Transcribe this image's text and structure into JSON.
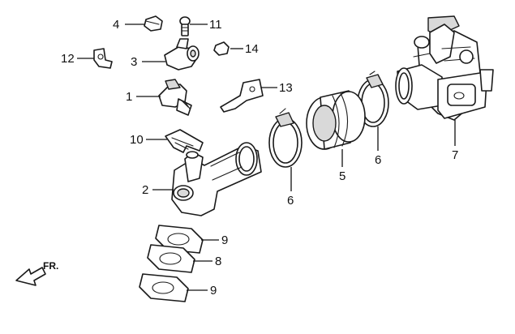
{
  "callouts": {
    "c1": "1",
    "c2": "2",
    "c3": "3",
    "c4": "4",
    "c5": "5",
    "c6a": "6",
    "c6b": "6",
    "c7": "7",
    "c8": "8",
    "c9a": "9",
    "c9b": "9",
    "c10": "10",
    "c11": "11",
    "c12": "12",
    "c13": "13",
    "c14": "14"
  },
  "direction": {
    "label": "FR.",
    "icon": "arrow-front-icon"
  }
}
